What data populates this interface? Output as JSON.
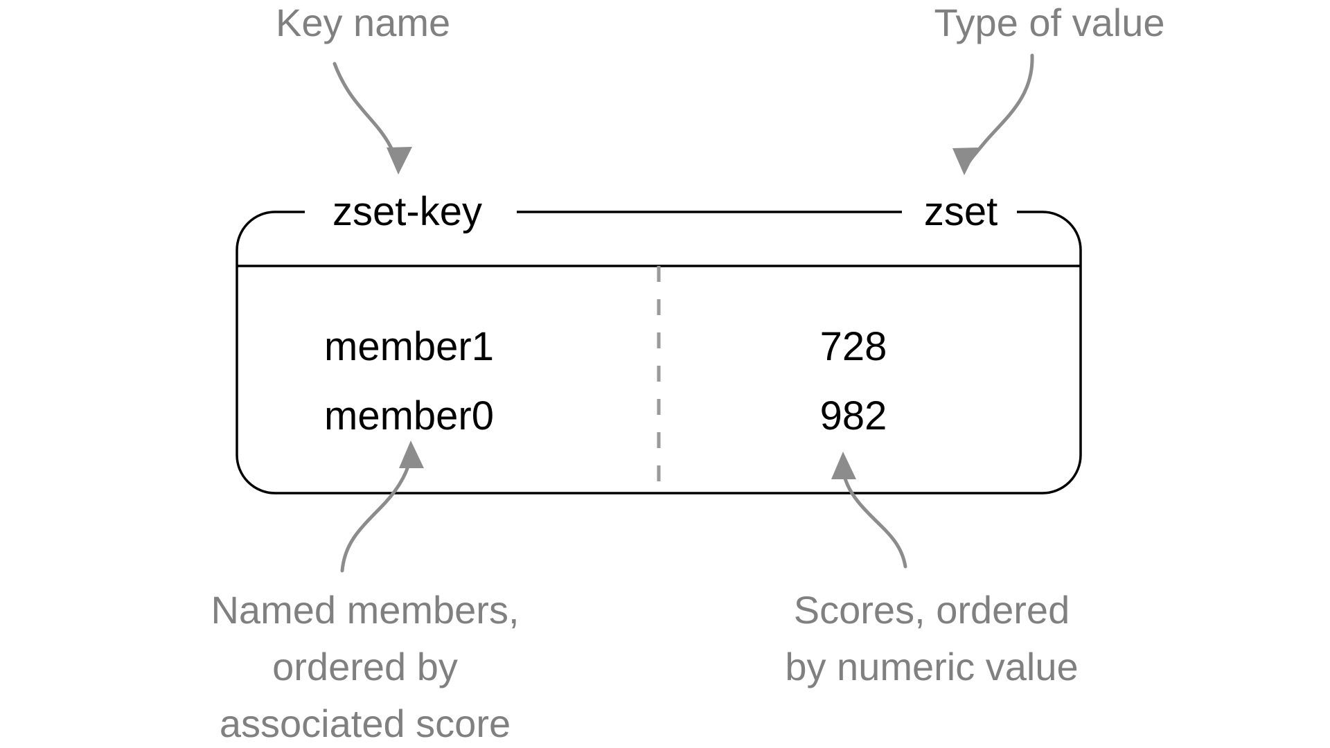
{
  "diagram": {
    "title_context": "Redis sorted set (zset) key-value structure",
    "colors": {
      "background": "#ffffff",
      "box_stroke": "#000000",
      "content_text": "#000000",
      "annotation_text": "#808080",
      "arrow": "#8c8c8c",
      "divider": "#9a9a9a"
    },
    "key_label": "zset-key",
    "type_label": "zset",
    "annotations": {
      "key_name": "Key name",
      "type_of_value": "Type of value",
      "members_caption_line1": "Named members,",
      "members_caption_line2": "ordered by",
      "members_caption_line3": "associated score",
      "scores_caption_line1": "Scores, ordered",
      "scores_caption_line2": "by numeric value"
    },
    "rows": [
      {
        "member": "member1",
        "score": "728"
      },
      {
        "member": "member0",
        "score": "982"
      }
    ]
  }
}
